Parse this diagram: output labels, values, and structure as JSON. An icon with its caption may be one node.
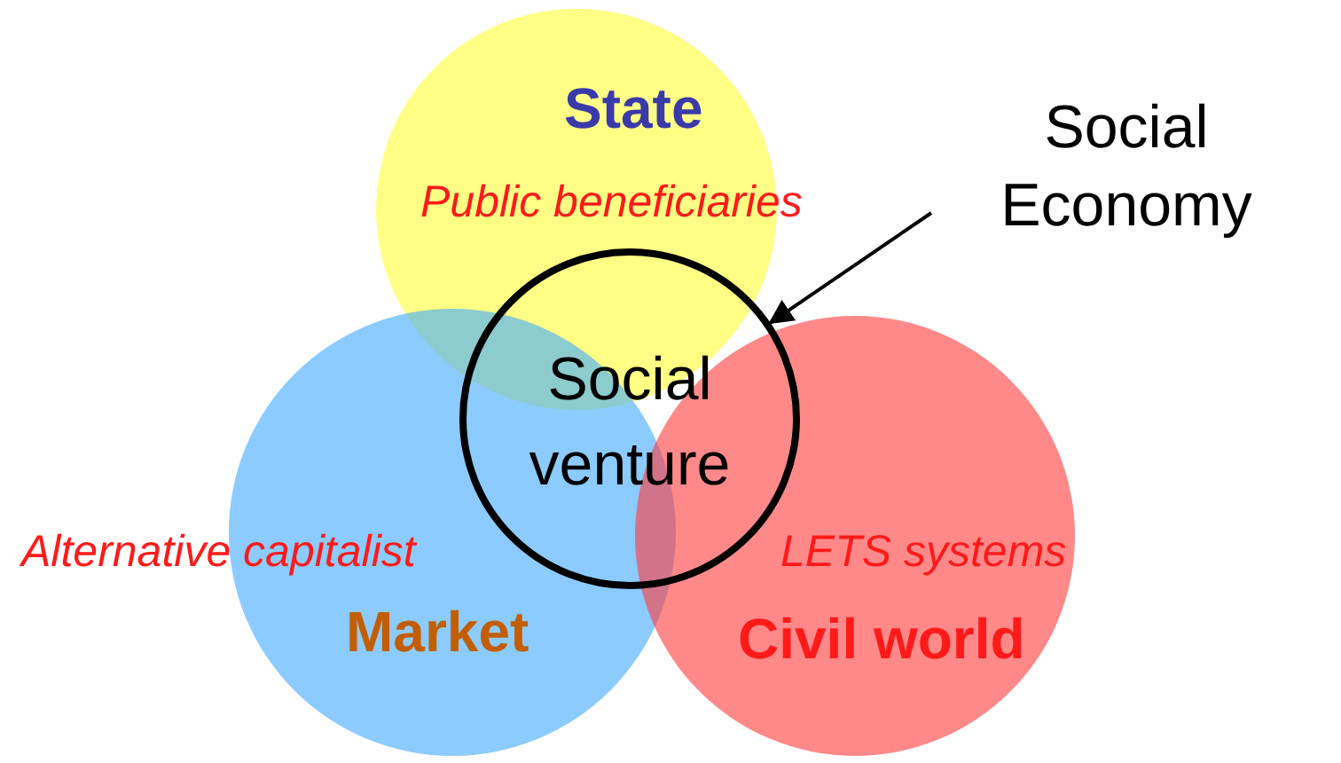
{
  "diagram": {
    "nodes": [
      {
        "text": [
          "State"
        ]
      },
      {
        "text": [
          "Market"
        ]
      },
      {
        "text": [
          "Civil world"
        ]
      },
      {
        "text": [
          "Social venture"
        ]
      },
      {
        "text": [
          "Social Economy"
        ]
      }
    ],
    "edges": [
      {
        "from": 4,
        "to": 3,
        "arrow": "to"
      }
    ],
    "labels": [
      "Public beneficiaries",
      "Alternative capitalist",
      "LETS systems"
    ]
  }
}
